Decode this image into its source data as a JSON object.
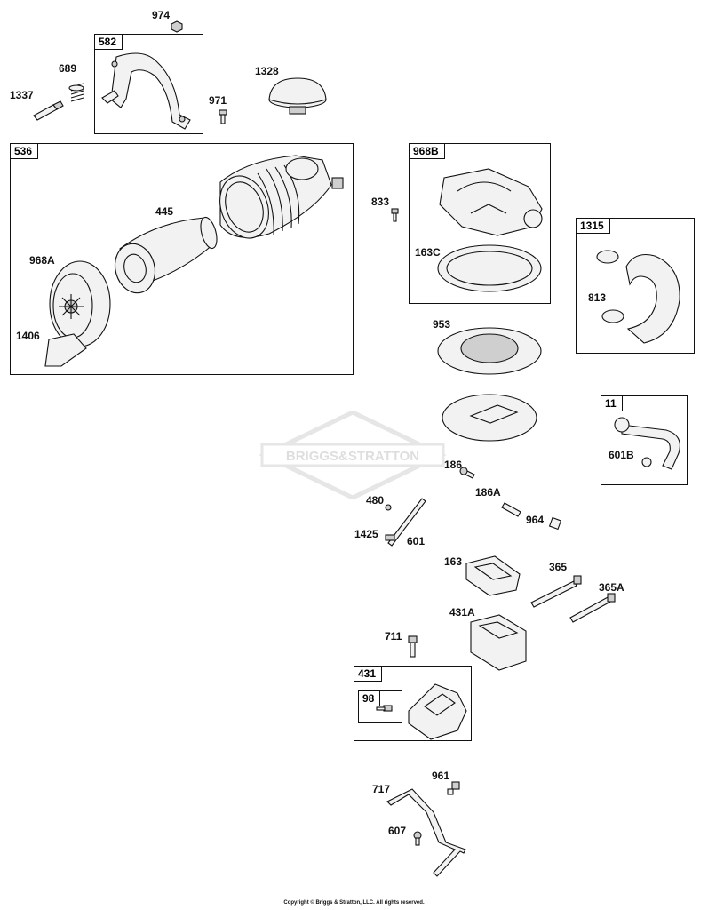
{
  "boxes": {
    "b582": "582",
    "b536": "536",
    "b968B": "968B",
    "b1315": "1315",
    "b11": "11",
    "b431": "431",
    "b98": "98"
  },
  "labels": {
    "l974": "974",
    "l689": "689",
    "l1337": "1337",
    "l971": "971",
    "l1328": "1328",
    "l445": "445",
    "l968A": "968A",
    "l1406": "1406",
    "l833": "833",
    "l163C": "163C",
    "l813": "813",
    "l953": "953",
    "l601B": "601B",
    "l186": "186",
    "l186A": "186A",
    "l480": "480",
    "l964": "964",
    "l1425": "1425",
    "l601": "601",
    "l163": "163",
    "l365": "365",
    "l365A": "365A",
    "l431A": "431A",
    "l711": "711",
    "l961": "961",
    "l717": "717",
    "l607": "607"
  },
  "watermark": "BRIGGS&STRATTON",
  "copyright": "Copyright © Briggs & Stratton, LLC. All rights reserved."
}
